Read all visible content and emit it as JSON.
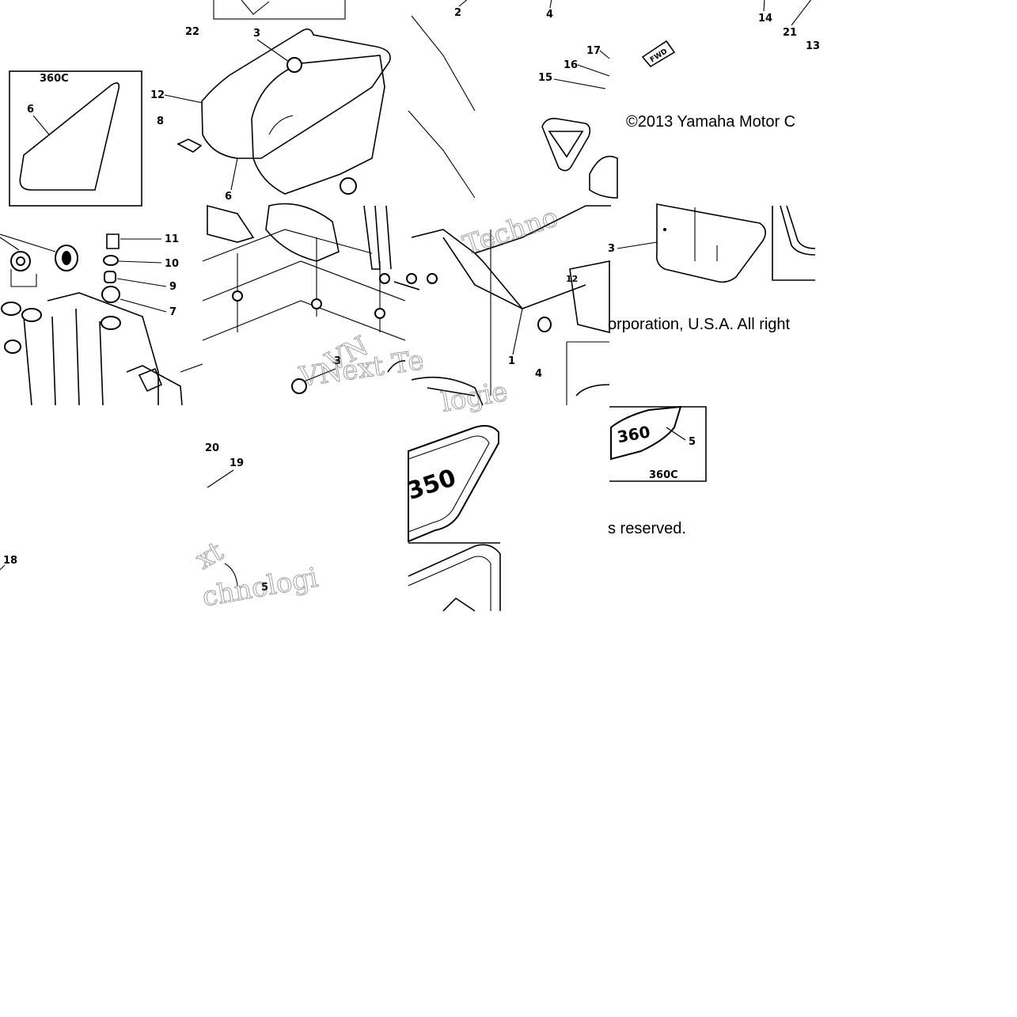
{
  "diagram": {
    "copyright_line1_fragment": "©2013 Yamaha Motor C",
    "copyright_line2_fragment": "orporation, U.S.A. All right",
    "copyright_line3_fragment": "s reserved.",
    "watermark_fragments": [
      "Techno",
      "VNext Te",
      "VN",
      "logie",
      "xt",
      "chnologi"
    ],
    "callouts": [
      "1",
      "2",
      "3",
      "3",
      "3",
      "4",
      "4",
      "5",
      "5",
      "6",
      "6",
      "7",
      "8",
      "9",
      "10",
      "11",
      "12",
      "12",
      "13",
      "14",
      "15",
      "16",
      "17",
      "18",
      "19",
      "20",
      "21",
      "22"
    ],
    "badge_text": [
      "360C",
      "360C"
    ],
    "emblem_text": [
      "350",
      "360"
    ],
    "fwd_marker": "FWD"
  }
}
